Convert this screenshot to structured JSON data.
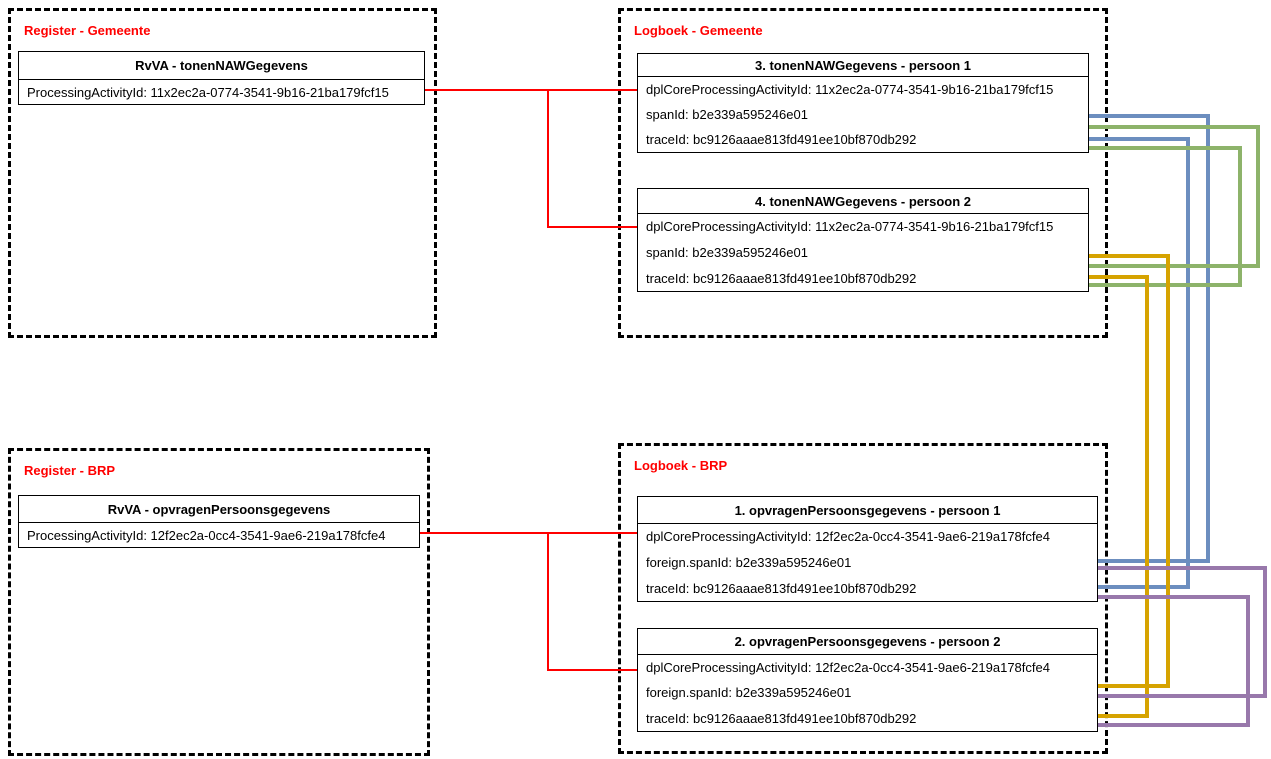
{
  "palette": {
    "red": "#ff0000",
    "blue": "#6c8ebf",
    "green": "#8db36a",
    "yellow": "#d6a300",
    "purple": "#9878ab",
    "frame": "#000000"
  },
  "panels": {
    "register_gemeente": {
      "title": "Register - Gemeente"
    },
    "logboek_gemeente": {
      "title": "Logboek - Gemeente"
    },
    "register_brp": {
      "title": "Register - BRP"
    },
    "logboek_brp": {
      "title": "Logboek - BRP"
    }
  },
  "boxes": {
    "rvva_tonen": {
      "header": "RvVA - tonenNAWGegevens",
      "rows": [
        "ProcessingActivityId: 11x2ec2a-0774-3541-9b16-21ba179fcf15"
      ]
    },
    "log3": {
      "header": "3. tonenNAWGegevens - persoon 1",
      "rows": [
        "dplCoreProcessingActivityId: 11x2ec2a-0774-3541-9b16-21ba179fcf15",
        "spanId: b2e339a595246e01",
        "traceId: bc9126aaae813fd491ee10bf870db292"
      ]
    },
    "log4": {
      "header": "4. tonenNAWGegevens - persoon 2",
      "rows": [
        "dplCoreProcessingActivityId: 11x2ec2a-0774-3541-9b16-21ba179fcf15",
        "spanId: b2e339a595246e01",
        "traceId: bc9126aaae813fd491ee10bf870db292"
      ]
    },
    "rvva_opvragen": {
      "header": "RvVA - opvragenPersoonsgegevens",
      "rows": [
        "ProcessingActivityId: 12f2ec2a-0cc4-3541-9ae6-219a178fcfe4"
      ]
    },
    "log1": {
      "header": "1. opvragenPersoonsgegevens - persoon 1",
      "rows": [
        "dplCoreProcessingActivityId: 12f2ec2a-0cc4-3541-9ae6-219a178fcfe4",
        "foreign.spanId: b2e339a595246e01",
        "traceId: bc9126aaae813fd491ee10bf870db292"
      ]
    },
    "log2": {
      "header": "2. opvragenPersoonsgegevens - persoon 2",
      "rows": [
        "dplCoreProcessingActivityId: 12f2ec2a-0cc4-3541-9ae6-219a178fcfe4",
        "foreign.spanId: b2e339a595246e01",
        "traceId: bc9126aaae813fd491ee10bf870db292"
      ]
    }
  },
  "connections": [
    {
      "color": "red",
      "from": "RvVA - tonenNAWGegevens / ProcessingActivityId",
      "to": "3. tonenNAWGegevens - persoon 1 / dplCoreProcessingActivityId"
    },
    {
      "color": "red",
      "from": "RvVA - tonenNAWGegevens / ProcessingActivityId",
      "to": "4. tonenNAWGegevens - persoon 2 / dplCoreProcessingActivityId"
    },
    {
      "color": "red",
      "from": "RvVA - opvragenPersoonsgegevens / ProcessingActivityId",
      "to": "1. opvragenPersoonsgegevens - persoon 1 / dplCoreProcessingActivityId"
    },
    {
      "color": "red",
      "from": "RvVA - opvragenPersoonsgegevens / ProcessingActivityId",
      "to": "2. opvragenPersoonsgegevens - persoon 2 / dplCoreProcessingActivityId"
    },
    {
      "color": "blue",
      "from": "3. tonenNAWGegevens - persoon 1 / spanId",
      "to": "1. opvragenPersoonsgegevens - persoon 1 / foreign.spanId"
    },
    {
      "color": "blue",
      "from": "3. tonenNAWGegevens - persoon 1 / traceId",
      "to": "1. opvragenPersoonsgegevens - persoon 1 / traceId"
    },
    {
      "color": "green",
      "from": "3. tonenNAWGegevens - persoon 1 / spanId",
      "to": "4. tonenNAWGegevens - persoon 2 / spanId"
    },
    {
      "color": "green",
      "from": "3. tonenNAWGegevens - persoon 1 / traceId",
      "to": "4. tonenNAWGegevens - persoon 2 / traceId"
    },
    {
      "color": "yellow",
      "from": "4. tonenNAWGegevens - persoon 2 / spanId",
      "to": "2. opvragenPersoonsgegevens - persoon 2 / foreign.spanId"
    },
    {
      "color": "yellow",
      "from": "4. tonenNAWGegevens - persoon 2 / traceId",
      "to": "2. opvragenPersoonsgegevens - persoon 2 / traceId"
    },
    {
      "color": "purple",
      "from": "1. opvragenPersoonsgegevens - persoon 1 / foreign.spanId",
      "to": "2. opvragenPersoonsgegevens - persoon 2 / foreign.spanId"
    },
    {
      "color": "purple",
      "from": "1. opvragenPersoonsgegevens - persoon 1 / traceId",
      "to": "2. opvragenPersoonsgegevens - persoon 2 / traceId"
    }
  ]
}
